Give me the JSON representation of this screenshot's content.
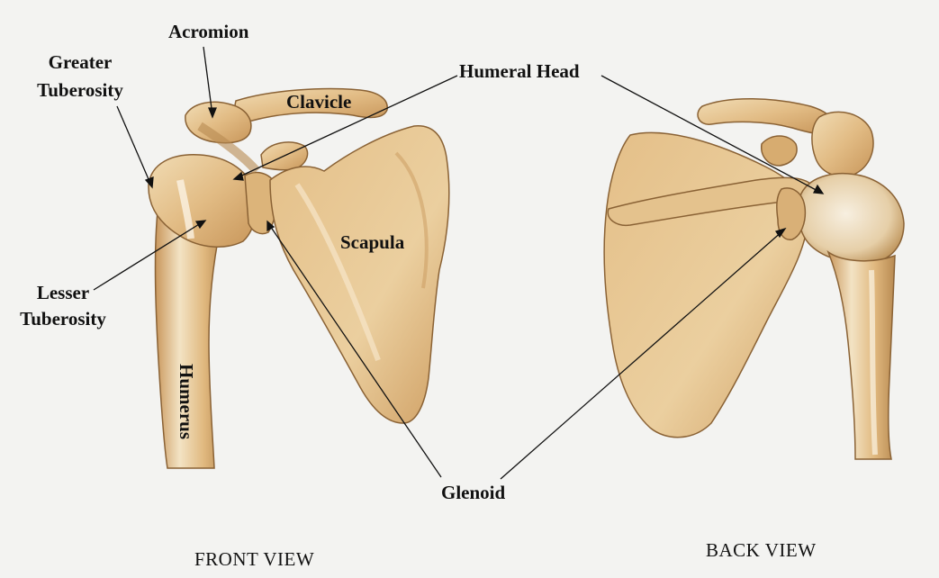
{
  "labels": {
    "acromion": "Acromion",
    "greater_tuberosity_1": "Greater",
    "greater_tuberosity_2": "Tuberosity",
    "clavicle": "Clavicle",
    "humeral_head": "Humeral Head",
    "scapula": "Scapula",
    "lesser_tuberosity_1": "Lesser",
    "lesser_tuberosity_2": "Tuberosity",
    "humerus": "Humerus",
    "glenoid": "Glenoid"
  },
  "views": {
    "front": "FRONT VIEW",
    "back": "BACK VIEW"
  },
  "colors": {
    "bone": "#e6c48f",
    "bone_light": "#f3e3c4",
    "bone_shadow": "#b88a52",
    "outline": "#8a6235",
    "leader": "#111111",
    "background": "#f3f3f1"
  }
}
